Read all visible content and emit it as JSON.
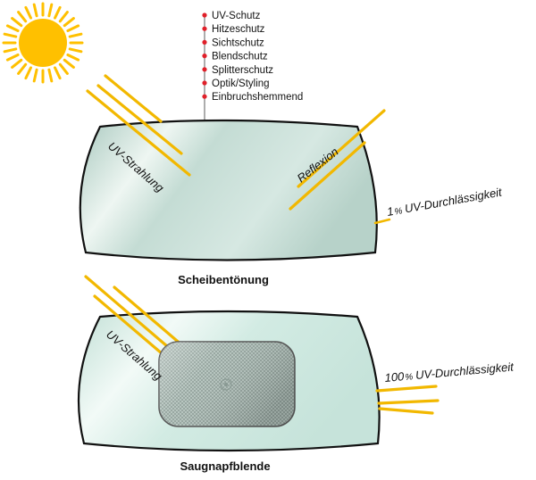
{
  "features": [
    "UV-Schutz",
    "Hitzeschutz",
    "Sichtschutz",
    "Blendschutz",
    "Splitterschutz",
    "Optik/Styling",
    "Einbruchshemmend"
  ],
  "top_panel": {
    "uv_label": "UV-Strahlung",
    "reflection_label": "Reflexion",
    "transmission_value": "1",
    "transmission_unit": "%",
    "transmission_text": "UV-Durchlässigkeit",
    "caption": "Scheibentönung"
  },
  "bottom_panel": {
    "uv_label": "UV-Strahlung",
    "transmission_value": "100",
    "transmission_unit": "%",
    "transmission_text": "UV-Durchlässigkeit",
    "caption": "Saugnapfblende"
  },
  "colors": {
    "sun": "#ffc000",
    "ray": "#f2b800",
    "marker": "#e0202a",
    "glass_edge": "#111111"
  }
}
